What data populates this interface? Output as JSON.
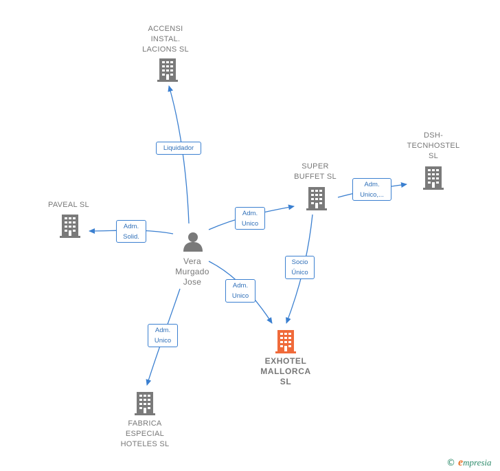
{
  "colors": {
    "edge": "#3a7fd0",
    "building": "#7a7a7a",
    "main_building": "#f06a3a",
    "person": "#7a7a7a"
  },
  "nodes": {
    "accensi": {
      "label": "ACCENSI\nINSTAL.\nLACIONS  SL",
      "icon": "building-icon"
    },
    "dsh": {
      "label": "DSH-\nTECNHOSTEL\nSL",
      "icon": "building-icon"
    },
    "super_buffet": {
      "label": "SUPER\nBUFFET  SL",
      "icon": "building-icon"
    },
    "paveal": {
      "label": "PAVEAL SL",
      "icon": "building-icon"
    },
    "person": {
      "label": "Vera\nMurgado\nJose",
      "icon": "person-icon"
    },
    "exhotel": {
      "label": "EXHOTEL\nMALLORCA\nSL",
      "icon": "building-icon"
    },
    "fabrica": {
      "label": "FABRICA\nESPECIAL\nHOTELES  SL",
      "icon": "building-icon"
    }
  },
  "edges": {
    "liquidador": "Liquidador",
    "adm_solid": "Adm.\nSolid.",
    "adm_unico_super": "Adm.\nUnico",
    "adm_unico_dsh": "Adm.\nUnico,...",
    "socio_unico": "Socio\nÚnico",
    "adm_unico_exhotel": "Adm.\nUnico",
    "adm_unico_fabrica": "Adm.\nUnico"
  },
  "footer": {
    "copyright": "©",
    "brand_initial": "e",
    "brand_rest": "mpresia"
  }
}
